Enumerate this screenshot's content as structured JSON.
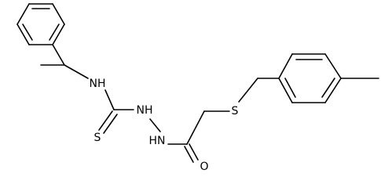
{
  "atoms": {
    "nh_benzyl": "NH",
    "thione_s": "S",
    "hydrazide_nh_upper": "NH",
    "hydrazide_nh_lower": "HN",
    "carbonyl_o": "O",
    "thioether_s": "S"
  },
  "colors": {
    "bond": "#000000",
    "label": "#000000",
    "background": "#ffffff"
  }
}
